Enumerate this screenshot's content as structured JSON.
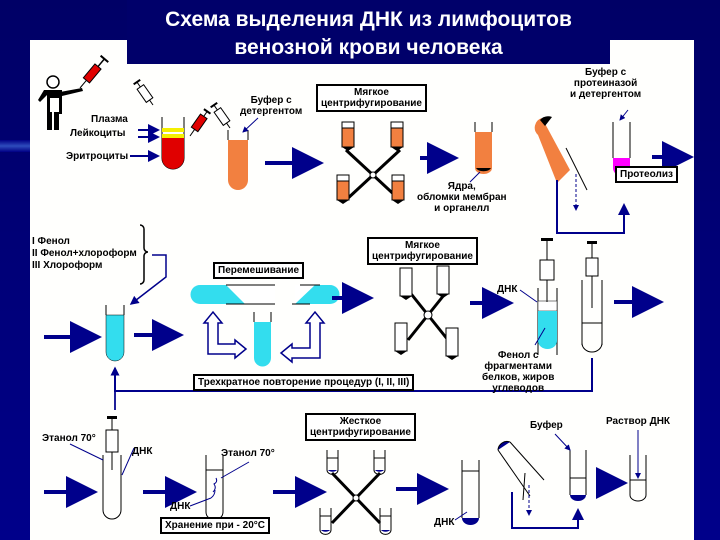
{
  "title": {
    "line1": "Схема выделения ДНК из лимфоцитов",
    "line2": "венозной крови человека"
  },
  "colors": {
    "background": "#000070",
    "panel": "#fffffd",
    "arrow": "#00008b",
    "blood_red": "#e00000",
    "plasma_yellow": "#f5f000",
    "lysate_orange": "#f28040",
    "proteinase_magenta": "#ff00ff",
    "phenol_cyan": "#33ddee"
  },
  "row1": {
    "labels": {
      "plasma": "Плазма",
      "leukocytes": "Лейкоциты",
      "erythrocytes": "Эритроциты",
      "buffer_detergent": "Буфер с\nдетергентом",
      "soft_centrifugation": "Мягкое\nцентрифугирование",
      "nuclei": "Ядра,\nобломки мембран\nи органелл",
      "buffer_proteinase": "Буфер с\nпротеиназой\nи детергентом",
      "proteolysis": "Протеолиз"
    },
    "icons": [
      "person-icon",
      "syringe-icon",
      "test-tube-icon",
      "centrifuge-rotor-icon",
      "arrow-icon"
    ]
  },
  "row2": {
    "labels": {
      "reagents": [
        "I Фенол",
        "II Фенол+хлороформ",
        "III Хлороформ"
      ],
      "mixing": "Перемешивание",
      "soft_centrifugation": "Мягкое\nцентрифугирование",
      "dna": "ДНК",
      "phenol_fragments": "Фенол с\nфрагментами\nбелков, жиров\nуглеводов",
      "repeat": "Трехкратное повторение процедур (I, II, III)"
    }
  },
  "row3": {
    "labels": {
      "ethanol_1": "Этанол 70°",
      "dna_1": "ДНК",
      "ethanol_2": "Этанол 70°",
      "dna_2": "ДНК",
      "storage": "Хранение при - 20°С",
      "hard_centrifugation": "Жесткое\nцентрифугирование",
      "dna_3": "ДНК",
      "buffer": "Буфер",
      "dna_solution": "Раствор ДНК"
    }
  }
}
